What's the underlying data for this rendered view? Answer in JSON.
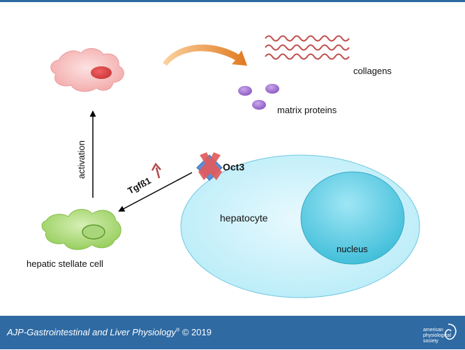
{
  "labels": {
    "collagens": "collagens",
    "matrix_proteins": "matrix proteins",
    "oct3": "Oct3",
    "hepatocyte": "hepatocyte",
    "nucleus": "nucleus",
    "activation": "activation",
    "tgfb1": "Tgfß1",
    "hepatic_stellate_cell": "hepatic stellate cell"
  },
  "footer": {
    "journal": "AJP-Gastrointestinal and Liver Physiology",
    "registered": "®",
    "copyright": "© 2019",
    "logo_text": [
      "american",
      "physiological",
      "society"
    ]
  },
  "icons": [
    "activated-cell-icon",
    "curved-arrow-icon",
    "collagen-wave-icon",
    "matrix-protein-icon",
    "blocked-x-icon",
    "quiescent-stellate-cell-icon",
    "tgfb1-up-arrow-icon"
  ],
  "colors": {
    "footer_bg": "#2f6aa3",
    "activated_cell": "#f6b0b0",
    "stellate_cell": "#9ed26a",
    "hepatocyte": "#d8f3fb",
    "nucleus": "#7fd6ea",
    "collagen": "#c0504d",
    "matrix_protein": "#9966cc",
    "curved_arrow": "#e58a2c",
    "x_mark": "#e25a5a",
    "tgf_up_arrow": "#b24b4b"
  }
}
